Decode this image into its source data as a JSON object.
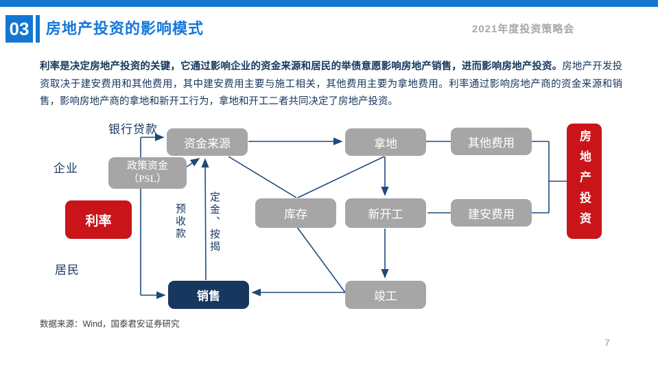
{
  "header": {
    "section_number": "03",
    "title": "房地产投资的影响模式",
    "event": "2021年度投资策略会"
  },
  "paragraph": {
    "bold": "利率是决定房地产投资的关键，它通过影响企业的资金来源和居民的举债意愿影响房地产销售，进而影响房地产投资。",
    "regular": "房地产开发投资取决于建安费用和其他费用，其中建安费用主要与施工相关，其他费用主要为拿地费用。利率通过影响房地产商的资金来源和销售，影响房地产商的拿地和新开工行为，拿地和开工二者共同决定了房地产投资。"
  },
  "diagram": {
    "nodes": {
      "funding": "资金来源",
      "psl": "政策资金\n（PSL）",
      "land": "拿地",
      "other_fees": "其他费用",
      "inventory": "库存",
      "new_starts": "新开工",
      "construction_fees": "建安费用",
      "completion": "竣工",
      "sales": "销售",
      "interest_rate": "利率",
      "investment": "房地产投资"
    },
    "labels": {
      "bank_loans": "银行贷款",
      "enterprise": "企业",
      "residents": "居民",
      "advance_payment": "预收款",
      "deposit_mortgage": "定金、按揭"
    }
  },
  "footer": {
    "source": "数据来源：Wind，国泰君安证券研究",
    "page_number": "7"
  },
  "colors": {
    "brand_blue": "#1377d2",
    "title_blue": "#1377d9",
    "box_gray": "#a6a6a6",
    "navy": "#17375e",
    "line_navy": "#1e4a7a",
    "red": "#c9141a",
    "event_gray": "#a7a7a7"
  }
}
